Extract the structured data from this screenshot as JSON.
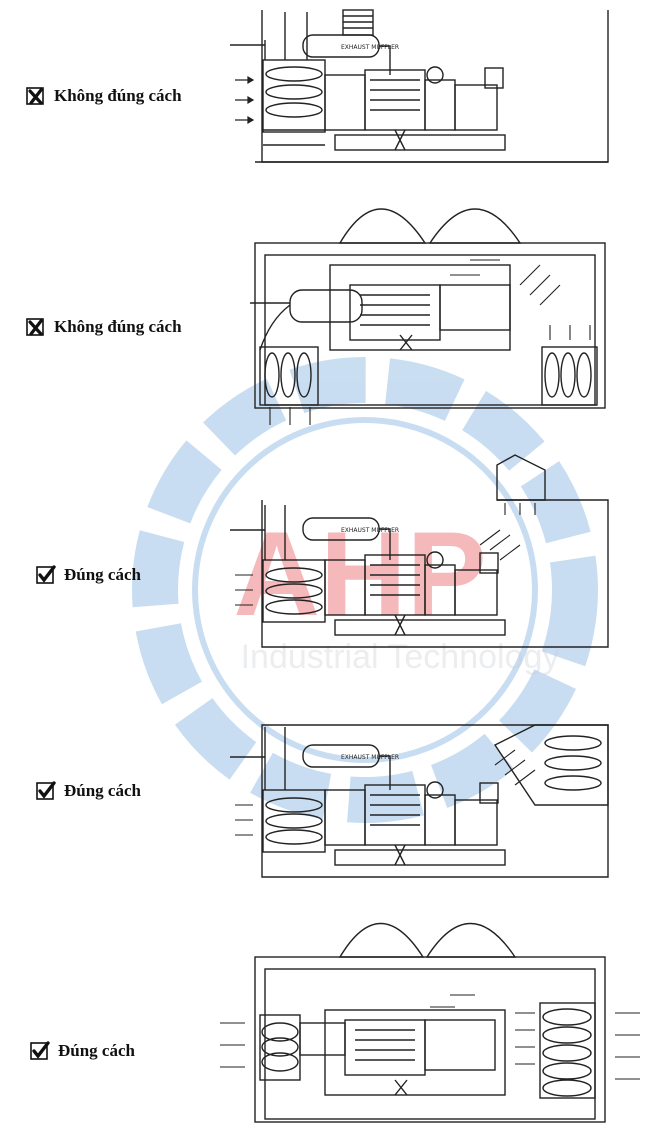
{
  "panels": [
    {
      "status": "wrong",
      "icon": "x-checkbox-icon",
      "label": "Không đúng cách"
    },
    {
      "status": "wrong",
      "icon": "x-checkbox-icon",
      "label": "Không đúng cách"
    },
    {
      "status": "correct",
      "icon": "check-checkbox-icon",
      "label": "Đúng cách"
    },
    {
      "status": "correct",
      "icon": "check-checkbox-icon",
      "label": "Đúng cách"
    },
    {
      "status": "correct",
      "icon": "check-checkbox-icon",
      "label": "Đúng cách"
    }
  ],
  "drawing_text": {
    "muffler": "EXHAUST MUFFLER"
  },
  "watermark": {
    "logo": "AHP",
    "tagline": "Industrial Technology",
    "colors": {
      "gear": "#9cc3e6",
      "logo": "#e8383f"
    }
  }
}
